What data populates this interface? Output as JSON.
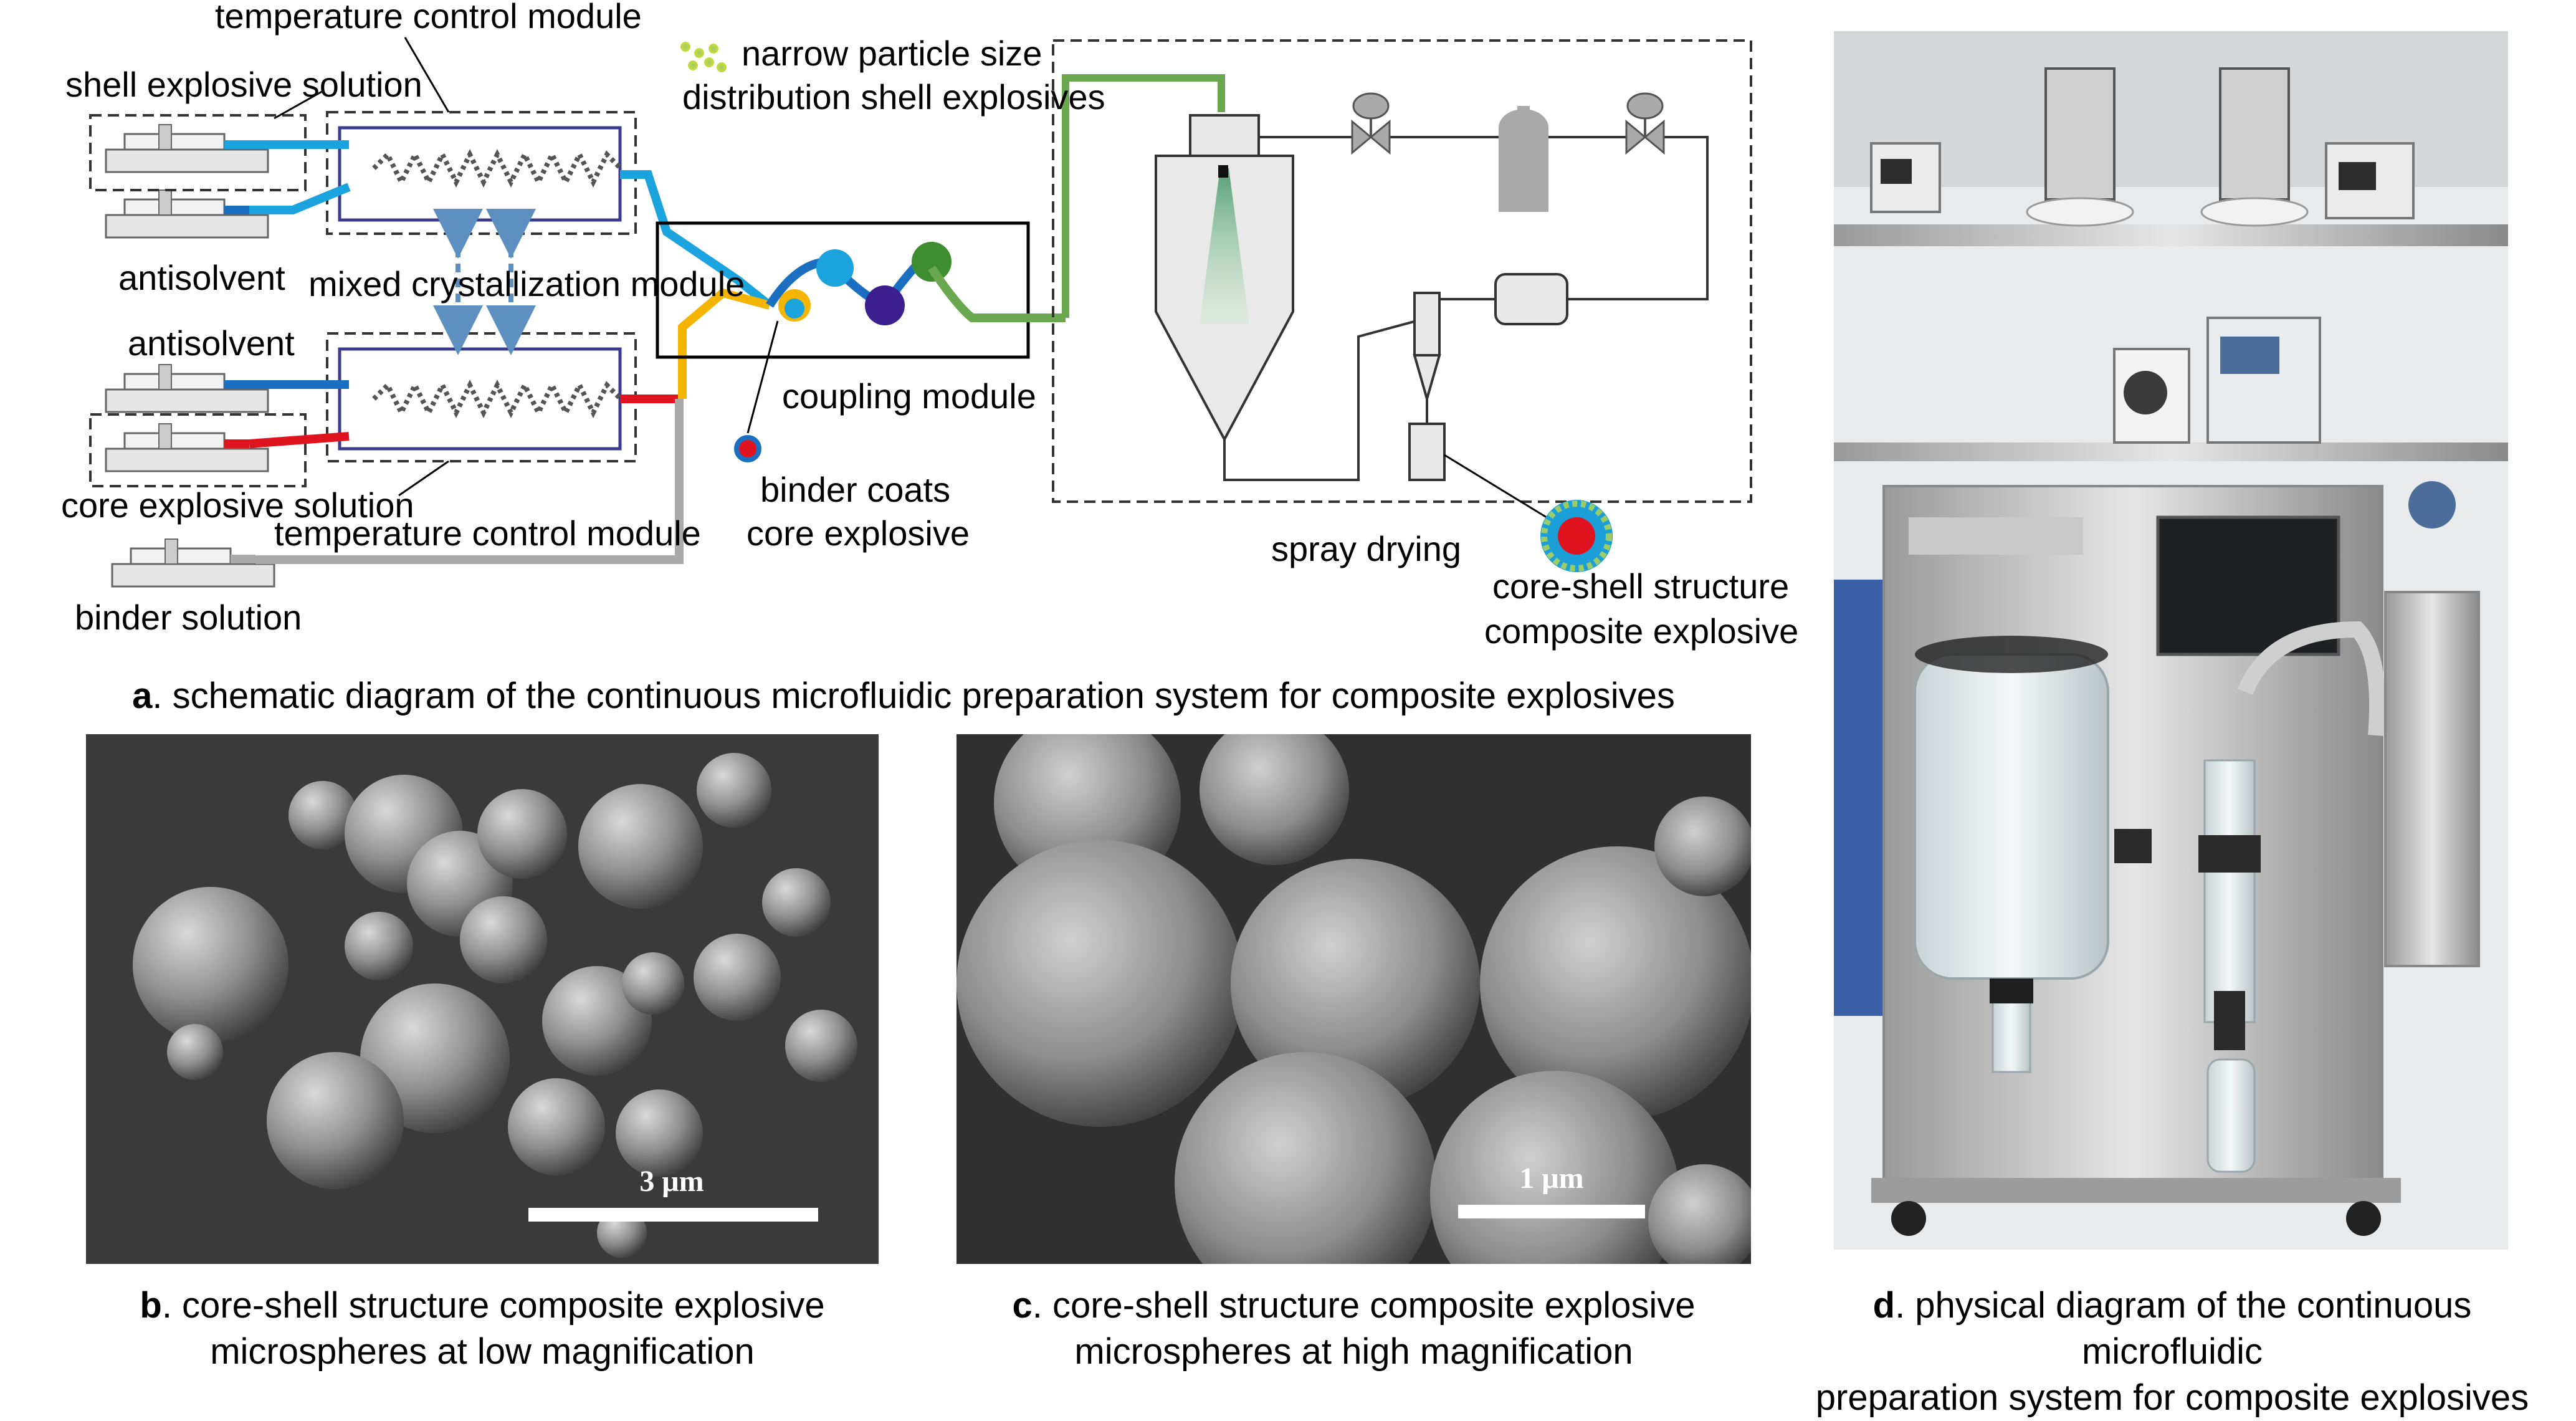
{
  "panel_a": {
    "labels": {
      "temp_control_top": "temperature control module",
      "shell_explosive_solution": "shell explosive solution",
      "narrow_particle_line1": "narrow particle size",
      "narrow_particle_line2": "distribution shell explosives",
      "antisolvent_1": "antisolvent",
      "mixed_crystallization": "mixed crystallization module",
      "antisolvent_2": "antisolvent",
      "coupling_module": "coupling module",
      "core_explosive_solution": "core explosive solution",
      "temp_control_bottom": "temperature control module",
      "binder_coats_line1": "binder coats",
      "binder_coats_line2": "core explosive",
      "binder_solution": "binder solution",
      "spray_drying": "spray drying",
      "core_shell_line1": "core-shell structure",
      "core_shell_line2": "composite explosive"
    },
    "caption_letter": "a",
    "caption_text": ". schematic diagram of the continuous microfluidic preparation system for composite explosives"
  },
  "panel_b": {
    "scale_label": "3 μm",
    "caption_letter": "b",
    "caption_line1": ". core-shell structure composite explosive",
    "caption_line2": "microspheres at low magnification"
  },
  "panel_c": {
    "scale_label": "1 μm",
    "caption_letter": "c",
    "caption_line1": ". core-shell structure composite explosive",
    "caption_line2": "microspheres at high magnification"
  },
  "panel_d": {
    "caption_letter": "d",
    "caption_line1": ". physical diagram of the continuous microfluidic",
    "caption_line2": "preparation system for composite explosives"
  },
  "colors": {
    "shell_flow": "#1aa3dc",
    "core_flow": "#e0141e",
    "binder_flow": "#f5b400",
    "product_flow": "#6aa84f",
    "dashed_box": "#333333"
  }
}
